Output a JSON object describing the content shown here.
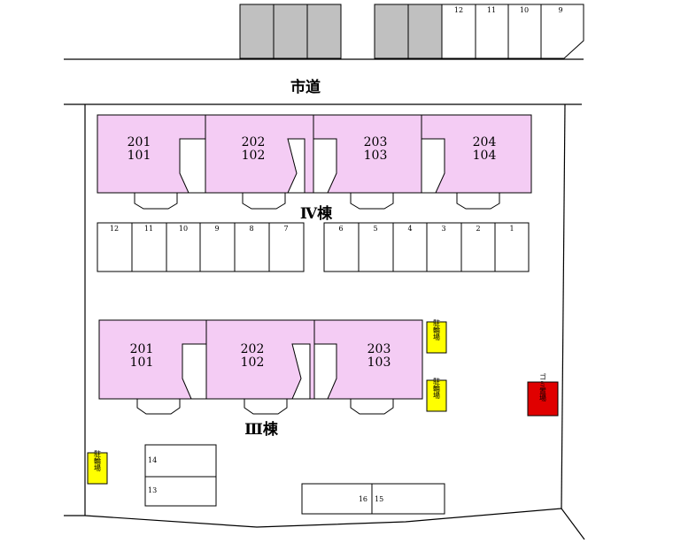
{
  "road": {
    "label": "市道"
  },
  "top_row": {
    "spaces": [
      "12",
      "11",
      "10",
      "9"
    ]
  },
  "building_iv": {
    "label": "Ⅳ棟",
    "units": [
      {
        "upper": "201",
        "lower": "101"
      },
      {
        "upper": "202",
        "lower": "102"
      },
      {
        "upper": "203",
        "lower": "103"
      },
      {
        "upper": "204",
        "lower": "104"
      }
    ]
  },
  "parking_left": [
    "12",
    "11",
    "10",
    "9",
    "8",
    "7"
  ],
  "parking_right": [
    "6",
    "5",
    "4",
    "3",
    "2",
    "1"
  ],
  "building_iii": {
    "label": "Ⅲ棟",
    "units": [
      {
        "upper": "201",
        "lower": "101"
      },
      {
        "upper": "202",
        "lower": "102"
      },
      {
        "upper": "203",
        "lower": "103"
      }
    ]
  },
  "bike_parking": {
    "label": "駐輪場"
  },
  "garbage": {
    "label": "ゴミ置場"
  },
  "lower_parking": {
    "left": [
      "14",
      "13"
    ],
    "bottom": [
      "16",
      "15"
    ]
  },
  "colors": {
    "building_fill": "#f4ccf4",
    "gray_spaces": "#c0c0c0",
    "bike_fill": "#ffff00",
    "garbage_fill": "#e00000"
  }
}
